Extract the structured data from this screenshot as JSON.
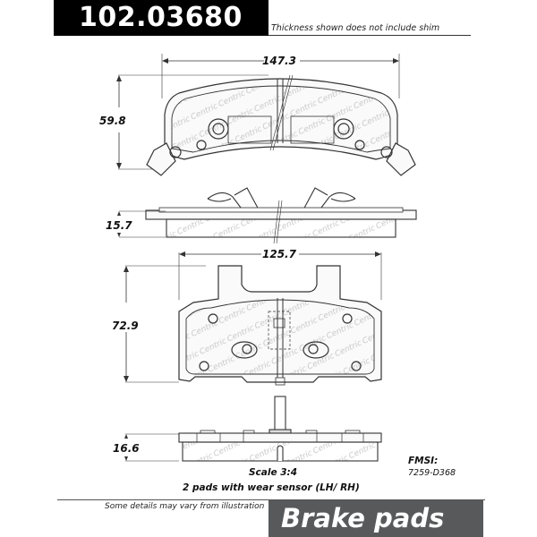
{
  "header": {
    "part_number": "102.03680",
    "shim_note": "Thickness shown does not include shim"
  },
  "views": {
    "outer_pad": {
      "width_dim": "147.3",
      "height_dim": "59.8",
      "thickness_dim": "15.7"
    },
    "inner_pad": {
      "width_dim": "125.7",
      "height_dim": "72.9",
      "thickness_dim": "16.6"
    },
    "watermark_text": "Centric"
  },
  "captions": {
    "scale": "Scale 3:4",
    "pads_note": "2 pads with wear sensor (LH/ RH)"
  },
  "fmsi": {
    "label": "FMSI:",
    "value": "7259-D368"
  },
  "footer": {
    "disclaimer": "Some details may vary from illustration",
    "category": "Brake pads"
  },
  "colors": {
    "header_bg": "#000000",
    "category_bg": "#58595b",
    "line": "#333333",
    "pad_fill": "#f2f2f2"
  }
}
